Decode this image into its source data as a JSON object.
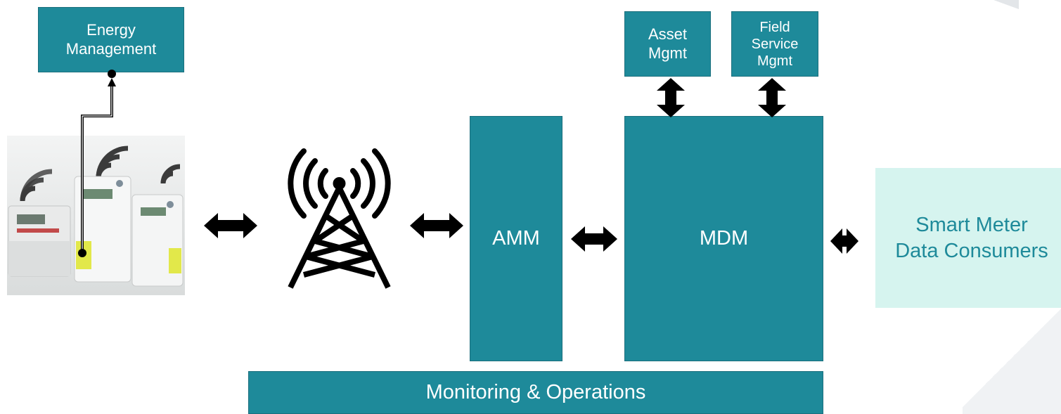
{
  "nodes": {
    "energy_management": [
      "Energy",
      "Management"
    ],
    "asset_mgmt": [
      "Asset",
      "Mgmt"
    ],
    "field_service_mgmt": [
      "Field",
      "Service",
      "Mgmt"
    ],
    "amm": "AMM",
    "mdm": "MDM",
    "smart_meter_data_consumers": [
      "Smart Meter",
      "Data Consumers"
    ],
    "monitoring_operations": "Monitoring & Operations"
  },
  "icons": {
    "meters": "smart-meters-photo-icon",
    "tower": "radio-tower-icon",
    "arrows": "double-arrow-icon"
  },
  "colors": {
    "box_fill": "#1e8a9a",
    "consumer_fill": "#d6f4ef",
    "consumer_text": "#1e8a9a",
    "arrow": "#000000"
  }
}
